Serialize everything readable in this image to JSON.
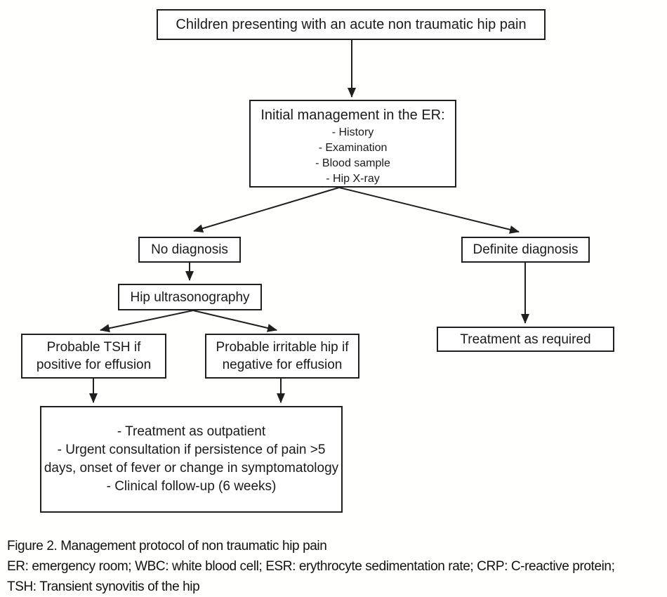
{
  "figure": {
    "background_color": "#ffffff",
    "line_color": "#1f1f1f",
    "text_color": "#1a1a1a"
  },
  "nodes": {
    "children": {
      "label": "Children presenting with an acute non traumatic hip pain"
    },
    "initial": {
      "title": "Initial management in the ER:",
      "items": [
        "- History",
        "- Examination",
        "- Blood sample",
        "- Hip X-ray"
      ]
    },
    "no_diagnosis": {
      "label": "No diagnosis"
    },
    "definite_diagnosis": {
      "label": "Definite diagnosis"
    },
    "hip_ultrasonography": {
      "label": "Hip ultrasonography"
    },
    "probable_tsh": {
      "label": "Probable TSH if positive for effusion"
    },
    "probable_irritable": {
      "label": "Probable irritable hip if negative for effusion"
    },
    "outpatient": {
      "lines": [
        "- Treatment as outpatient",
        "- Urgent consultation if persistence of pain >5 days, onset of fever or change in symptomatology",
        "- Clinical follow-up (6 weeks)"
      ]
    },
    "treatment_required": {
      "label": "Treatment as required"
    }
  },
  "edges": [
    {
      "from": "children",
      "to": "initial"
    },
    {
      "from": "initial",
      "to": "no_diagnosis"
    },
    {
      "from": "initial",
      "to": "definite_diagnosis"
    },
    {
      "from": "no_diagnosis",
      "to": "hip_ultrasonography"
    },
    {
      "from": "hip_ultrasonography",
      "to": "probable_tsh"
    },
    {
      "from": "hip_ultrasonography",
      "to": "probable_irritable"
    },
    {
      "from": "probable_tsh",
      "to": "outpatient"
    },
    {
      "from": "probable_irritable",
      "to": "outpatient"
    },
    {
      "from": "definite_diagnosis",
      "to": "treatment_required"
    }
  ],
  "caption": {
    "line1": "Figure 2. Management protocol of non traumatic hip pain",
    "line2": "ER: emergency room; WBC: white blood cell; ESR: erythrocyte sedimentation rate; CRP: C-reactive protein;",
    "line3": "TSH: Transient synovitis of the hip"
  }
}
